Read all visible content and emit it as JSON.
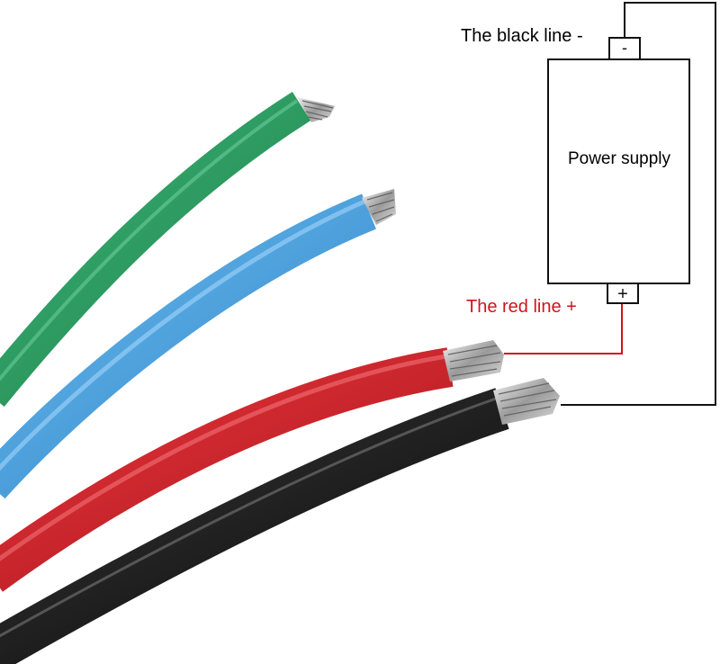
{
  "diagram": {
    "black_line_label": "The black line -",
    "red_line_label": "The red line +",
    "power_supply_label": "Power supply",
    "minus_symbol": "-",
    "plus_symbol": "+"
  },
  "wires": [
    {
      "name": "green-wire",
      "color": "#2d9e63"
    },
    {
      "name": "blue-wire",
      "color": "#4aa3e0"
    },
    {
      "name": "red-wire",
      "color": "#d4242c"
    },
    {
      "name": "black-wire",
      "color": "#161616"
    }
  ],
  "colors": {
    "red_label": "#d0141c",
    "line": "#111111",
    "background": "#ffffff"
  }
}
